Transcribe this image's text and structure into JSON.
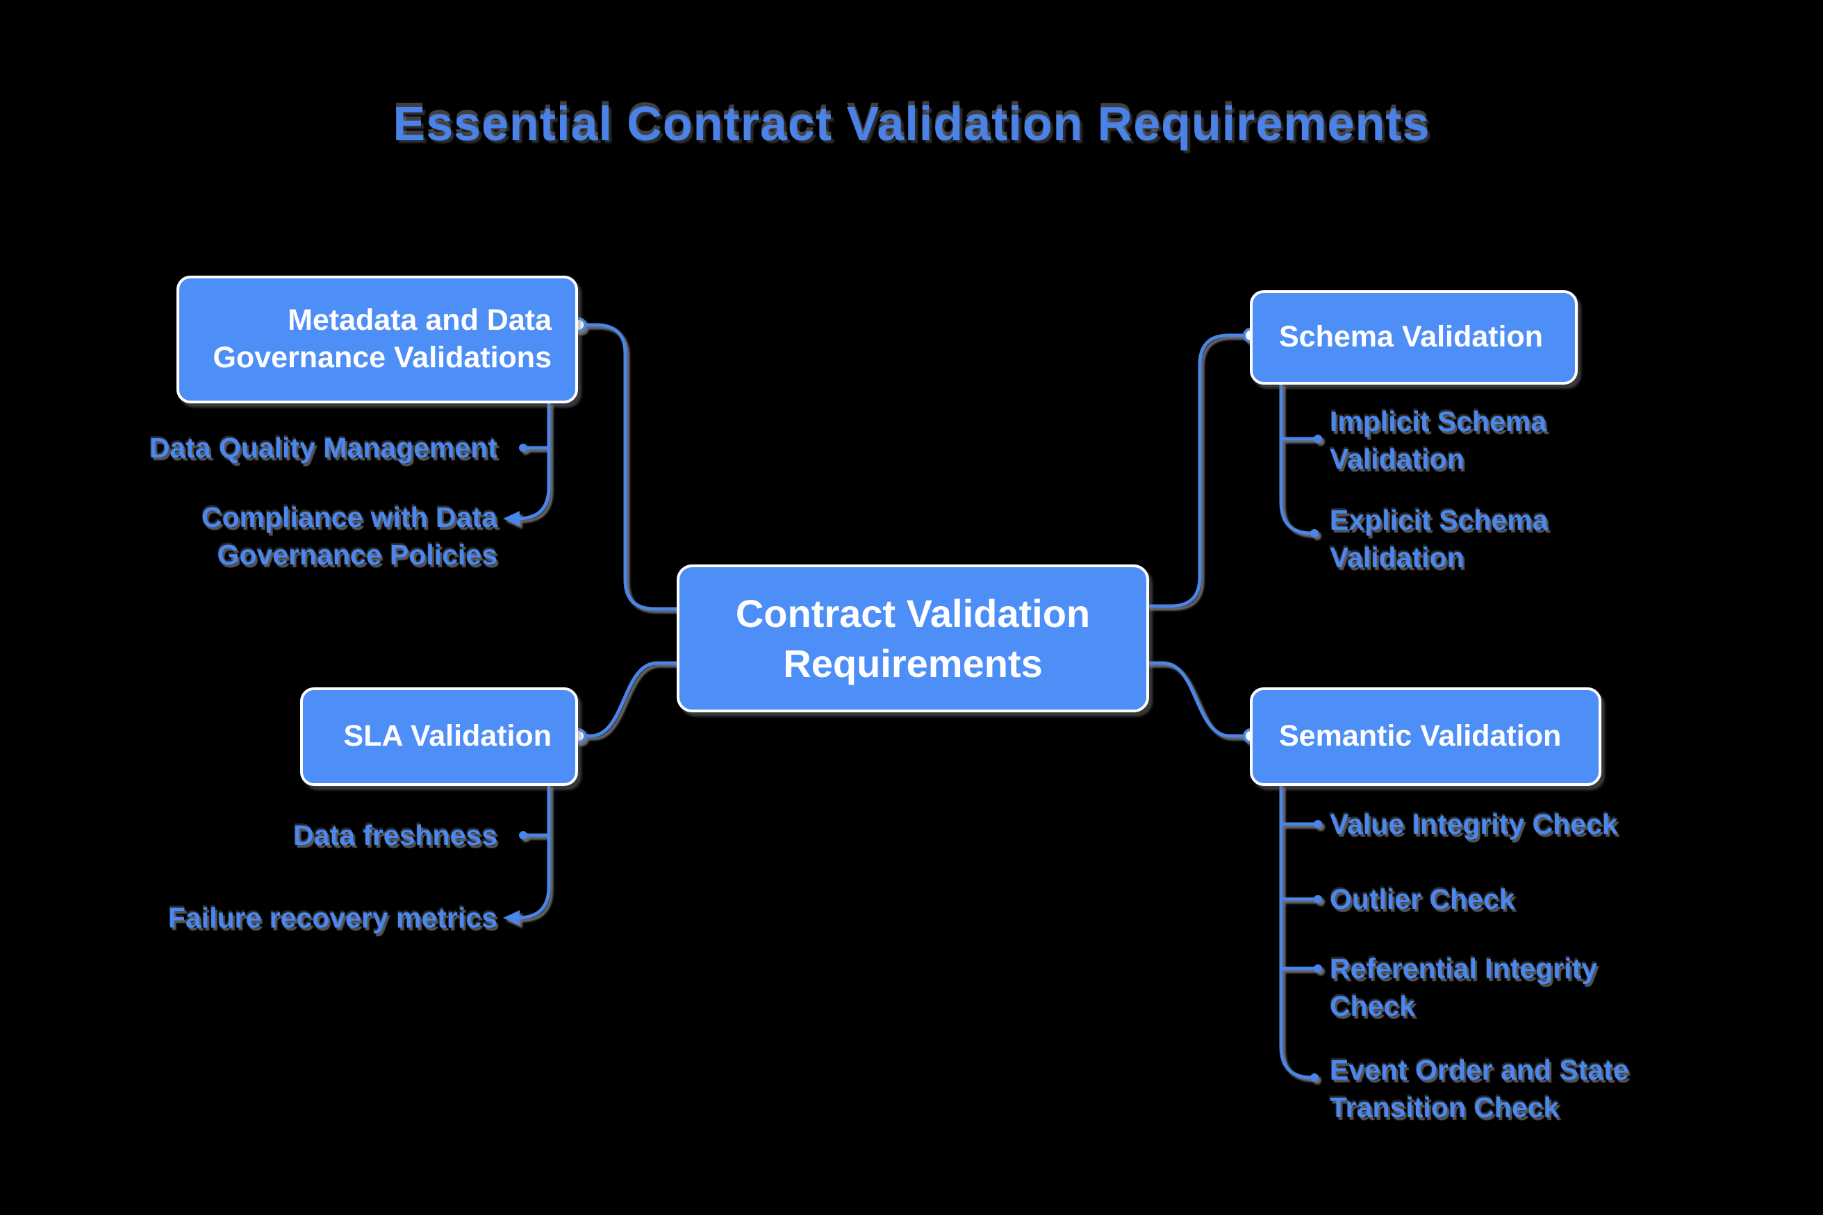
{
  "title": "Essential Contract Validation Requirements",
  "colors": {
    "background": "#000000",
    "node_fill": "#4E8EF7",
    "node_border": "#FFFFFF",
    "node_text": "#FFFFFF",
    "child_text": "#4A87F0",
    "connector_line": "#4A86E8",
    "title_text": "#4A82E8"
  },
  "center": {
    "label": "Contract Validation Requirements"
  },
  "branches": [
    {
      "id": "metadata",
      "label": "Metadata and Data Governance Validations",
      "side": "left",
      "children": [
        "Data Quality Management",
        "Compliance with Data Governance Policies"
      ]
    },
    {
      "id": "schema",
      "label": "Schema Validation",
      "side": "right",
      "children": [
        "Implicit Schema Validation",
        "Explicit Schema Validation"
      ]
    },
    {
      "id": "sla",
      "label": "SLA Validation",
      "side": "left",
      "children": [
        "Data freshness",
        "Failure recovery metrics"
      ]
    },
    {
      "id": "semantic",
      "label": "Semantic Validation",
      "side": "right",
      "children": [
        "Value Integrity Check",
        "Outlier Check",
        "Referential Integrity Check",
        "Event Order and State Transition Check"
      ]
    }
  ]
}
